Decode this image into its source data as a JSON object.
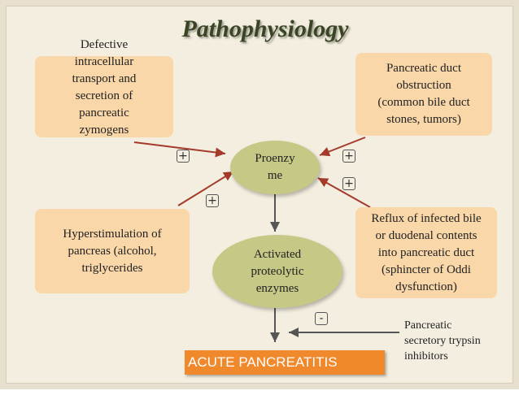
{
  "title": "Pathophysiology",
  "causes": {
    "defective_transport": [
      "Defective",
      "intracellular",
      "transport and",
      "secretion of",
      "pancreatic",
      "zymogens"
    ],
    "duct_obstruction": [
      "Pancreatic duct",
      "obstruction",
      "(common bile duct",
      "stones, tumors)"
    ],
    "hyperstimulation": [
      "Hyperstimulation of",
      "pancreas (alcohol,",
      "triglycerides"
    ],
    "reflux": [
      "Reflux of infected bile",
      "or duodenal contents",
      "into pancreatic duct",
      "(sphincter of Oddi",
      "dysfunction)"
    ]
  },
  "proenzyme": [
    "Proenzy",
    "me"
  ],
  "activated": [
    "Activated",
    "proteolytic",
    "enzymes"
  ],
  "outcome": "ACUTE PANCREATITIS",
  "inhibitor": [
    "Pancreatic",
    "secretory trypsin",
    "inhibitors"
  ],
  "signs": {
    "plus": "+",
    "minus": "-"
  },
  "colors": {
    "box_fill": "#f9d7a9",
    "ellipse_fill": "#c6c886",
    "outcome_fill": "#f0892b",
    "arrow_red": "#a33a2a",
    "arrow_dark": "#555555",
    "title_color": "#3a4524"
  }
}
